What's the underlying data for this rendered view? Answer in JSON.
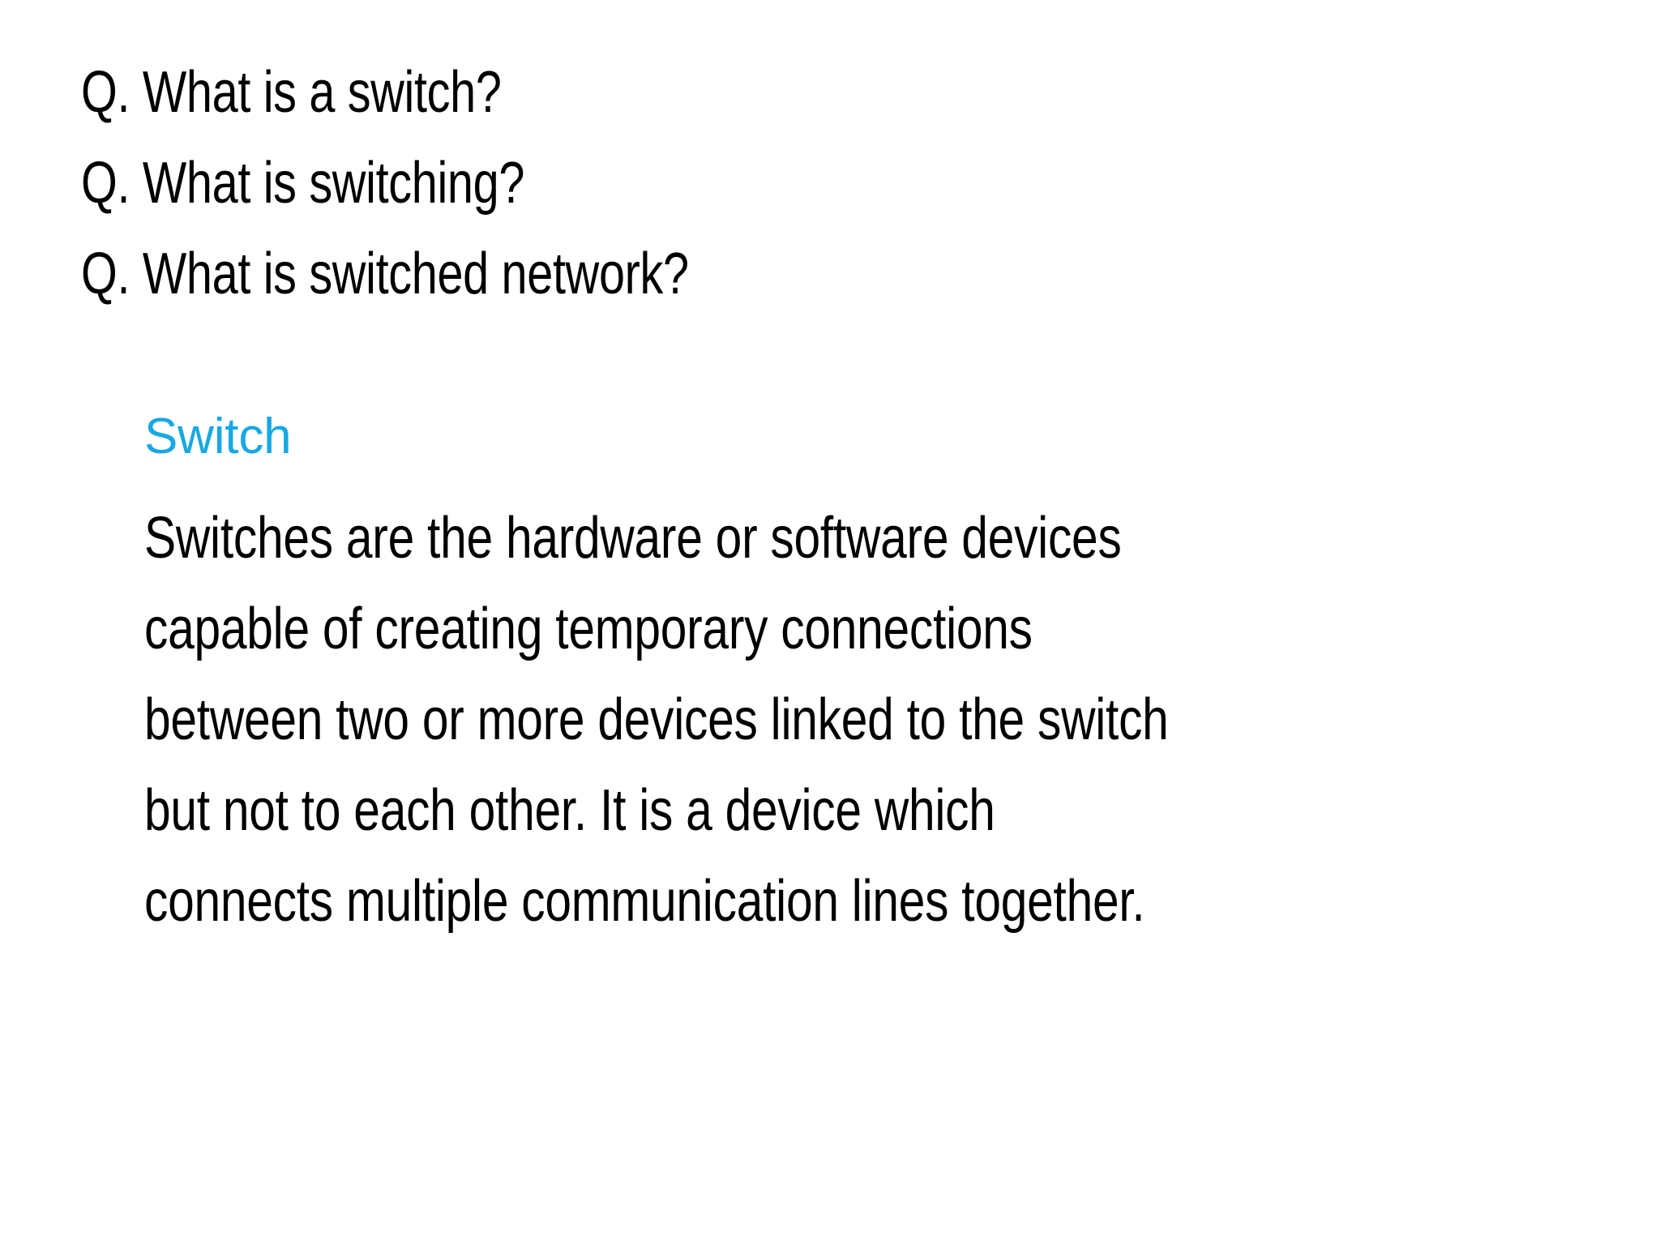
{
  "slide": {
    "background_color": "#ffffff",
    "text_color": "#000000",
    "accent_color": "#18A8E3"
  },
  "questions": {
    "items": [
      {
        "text": "Q. What is a switch?"
      },
      {
        "text": "Q. What is switching?"
      },
      {
        "text": "Q. What is switched network?"
      }
    ]
  },
  "content": {
    "heading": "Switch",
    "paragraph": "Switches are the hardware or software devices capable of creating temporary connections between two or more devices linked to the switch but not to each other. It is a device which connects multiple communication lines together."
  }
}
